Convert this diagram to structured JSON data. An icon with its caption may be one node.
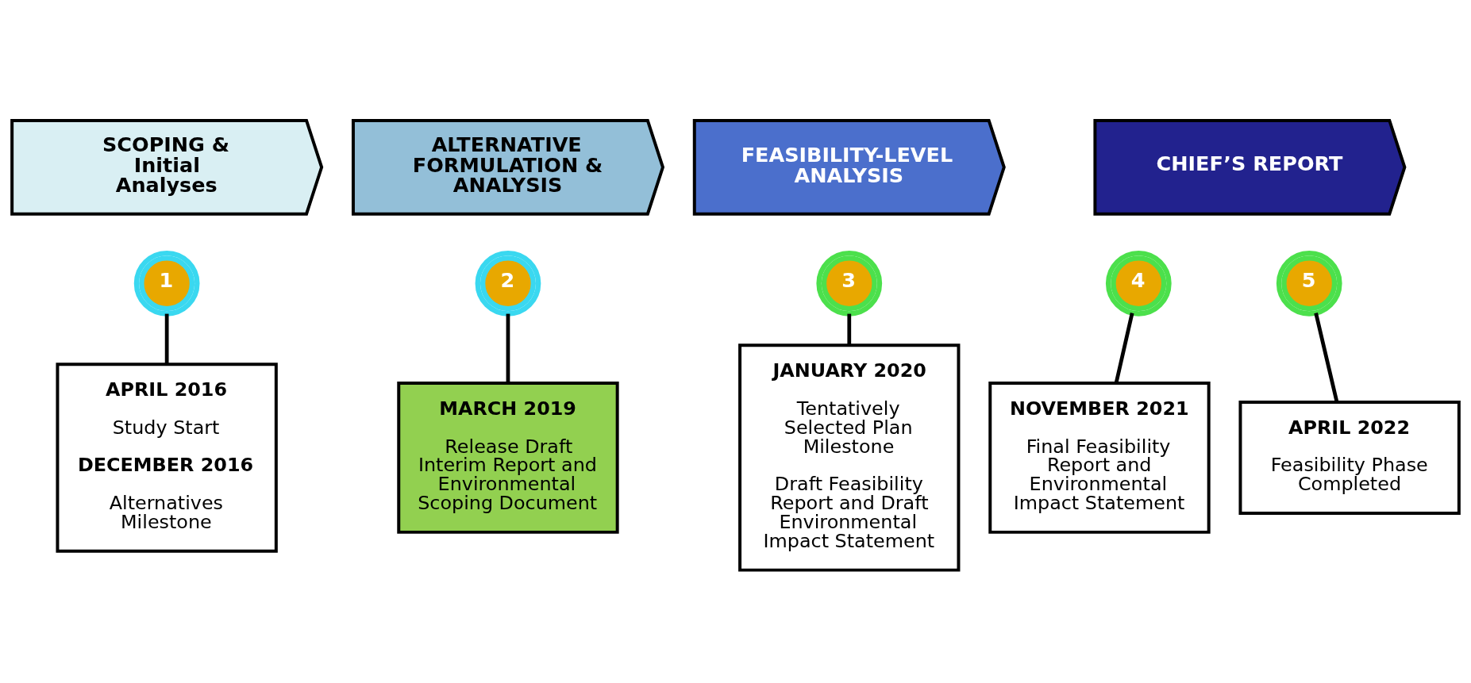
{
  "diagram": {
    "nodes": [
      {
        "text": [
          "SCOPING & Initial Analyses"
        ]
      },
      {
        "text": [
          "ALTERNATIVE FORMULATION & ANALYSIS"
        ]
      },
      {
        "text": [
          "FEASIBILITY-LEVEL ANALYSIS"
        ]
      },
      {
        "text": [
          "CHIEF’S REPORT"
        ]
      },
      {
        "text": [
          "1"
        ]
      },
      {
        "text": [
          "2"
        ]
      },
      {
        "text": [
          "3"
        ]
      },
      {
        "text": [
          "4"
        ]
      },
      {
        "text": [
          "5"
        ]
      },
      {
        "text": [
          "APRIL 2016",
          "Study Start",
          "DECEMBER 2016",
          "Alternatives Milestone"
        ]
      },
      {
        "text": [
          "MARCH 2019",
          "Release Draft Interim Report and Environmental Scoping Document"
        ]
      },
      {
        "text": [
          "JANUARY 2020",
          "Tentatively Selected Plan Milestone",
          "Draft Feasibility Report and Draft Environmental Impact Statement"
        ]
      },
      {
        "text": [
          "NOVEMBER 2021",
          "Final Feasibility Report and Environmental Impact Statement"
        ]
      },
      {
        "text": [
          "APRIL 2022",
          "Feasibility Phase Completed"
        ]
      }
    ],
    "edges": [
      {
        "from": 4,
        "to": 9,
        "arrow": "none"
      },
      {
        "from": 5,
        "to": 10,
        "arrow": "none"
      },
      {
        "from": 6,
        "to": 11,
        "arrow": "none"
      },
      {
        "from": 7,
        "to": 12,
        "arrow": "none"
      },
      {
        "from": 8,
        "to": 13,
        "arrow": "none"
      }
    ]
  }
}
